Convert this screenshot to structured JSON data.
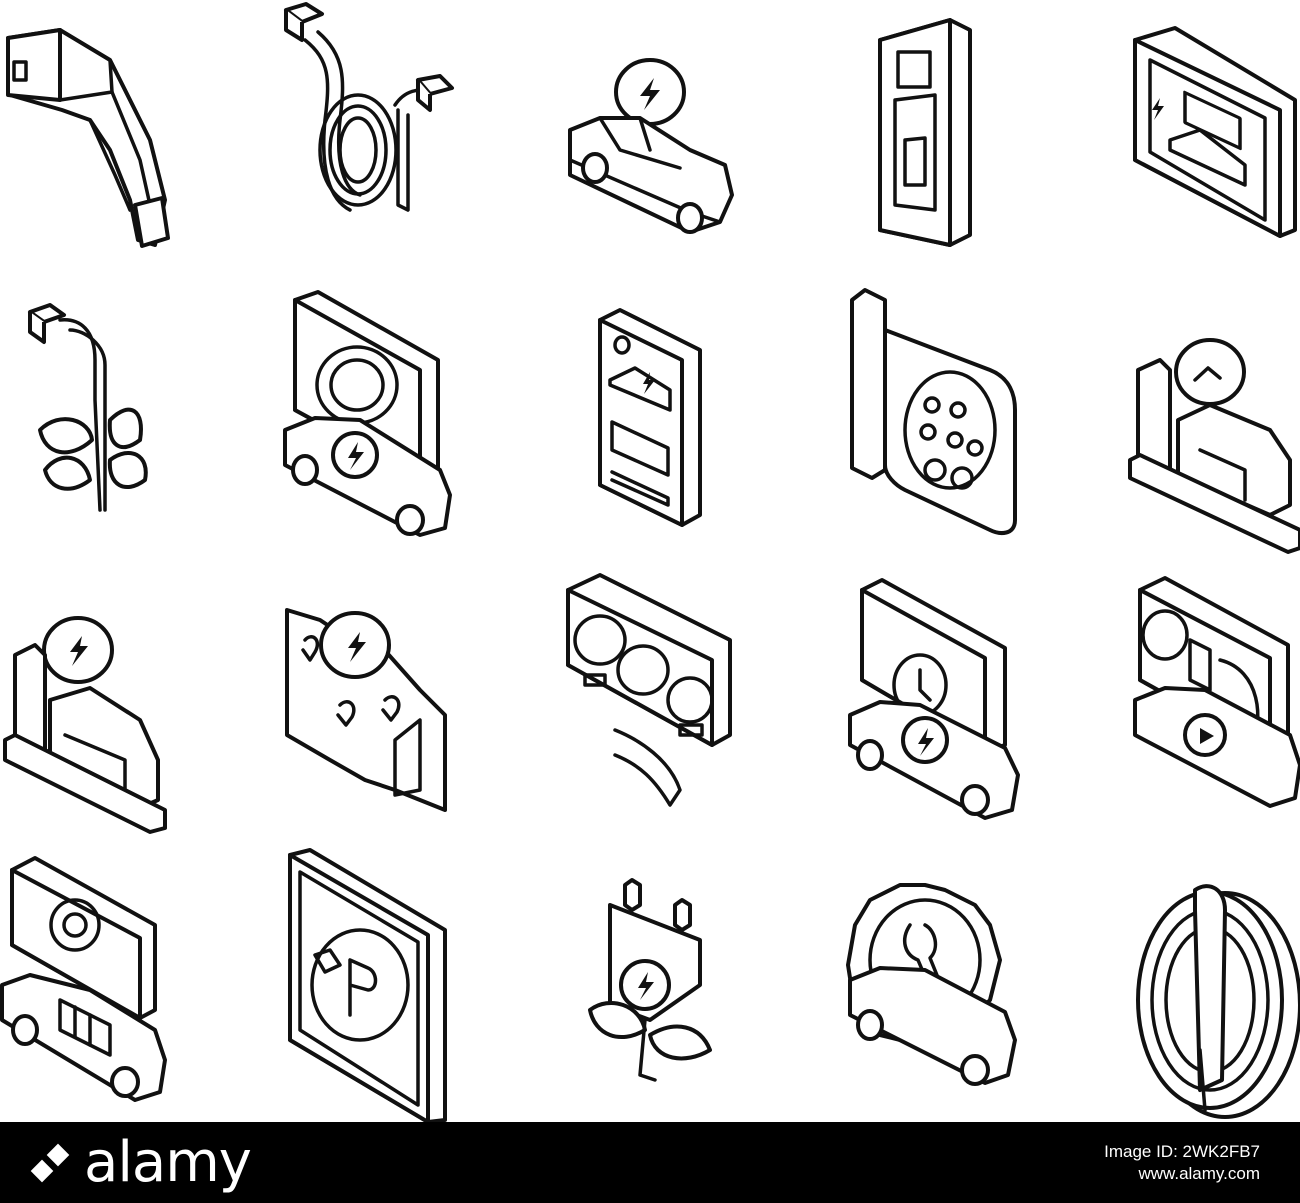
{
  "icon_grid": {
    "row1": [
      "ev-charger-plug-icon",
      "charging-cable-icon",
      "electric-car-charge-icon",
      "charging-station-icon",
      "tablet-battery-car-icon"
    ],
    "row2": [
      "eco-plug-leaves-icon",
      "car-charge-display-icon",
      "smartphone-ev-app-icon",
      "charging-socket-icon",
      "car-at-charger-icon"
    ],
    "row3": [
      "car-at-station-icon",
      "map-charge-points-icon",
      "connector-types-icon",
      "car-charge-time-icon",
      "car-charging-cable-icon"
    ],
    "row4": [
      "car-battery-settings-icon",
      "ev-parking-sign-icon",
      "plug-with-leaves-icon",
      "car-service-gear-icon",
      "cable-reel-icon"
    ]
  },
  "watermark": {
    "brand": "alamy",
    "image_id": "Image ID: 2WK2FB7",
    "site": "www.alamy.com",
    "background": "#000000",
    "text_color": "#ffffff"
  }
}
